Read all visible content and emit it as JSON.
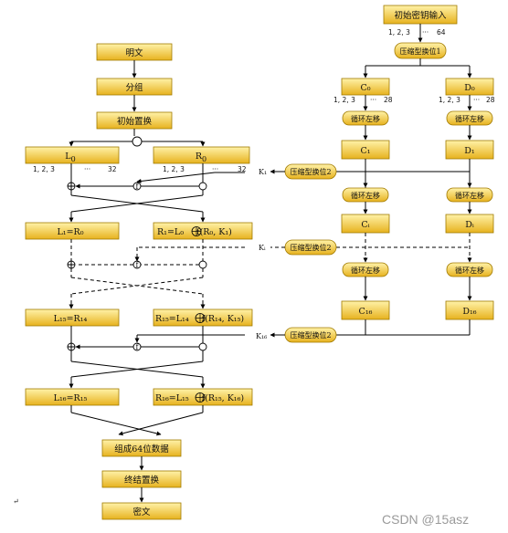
{
  "left_chain": {
    "plaintext": "明文",
    "grouping": "分组",
    "initial_perm": "初始置换",
    "combine": "组成64位数据",
    "final_perm": "终结置换",
    "ciphertext": "密文"
  },
  "rounds": {
    "L0": "L",
    "L0_sub": "0",
    "R0": "R",
    "R0_sub": "0",
    "bits_left": "1, 2, 3",
    "bits_left_dots": "···",
    "bits_left_end": "32",
    "bits_right": "1, 2, 3",
    "bits_right_dots": "···",
    "bits_right_end": "32",
    "L1_eq": "L₁=R₀",
    "R1_eq": "R₁=L₀",
    "R1_f": "f(R₀, K₁)",
    "L15_eq": "L₁₅=R₁₄",
    "R15_eq": "R₁₅=L₁₄",
    "R15_f": "f(R₁₄, K₁₅)",
    "L16_eq": "L₁₆=R₁₅",
    "R16_eq": "R₁₆=L₁₅",
    "R16_f": "f(R₁₅, K₁₆)",
    "f_symbol": "f"
  },
  "key_schedule": {
    "key_input": "初始密钥输入",
    "key_bits": "1, 2, 3",
    "key_dots": "···",
    "key_end": "64",
    "pc1": "压缩型换位1",
    "C0": "C₀",
    "D0": "D₀",
    "c_bits": "1, 2, 3",
    "c_dots": "···",
    "c_end": "28",
    "d_bits": "1, 2, 3",
    "d_dots": "···",
    "d_end": "28",
    "shift": "循环左移",
    "C1": "C₁",
    "D1": "D₁",
    "Ci": "Cᵢ",
    "Di": "Dᵢ",
    "C16": "C₁₆",
    "D16": "D₁₆",
    "pc2": "压缩型换位2",
    "K1": "K₁",
    "Ki": "Kᵢ",
    "K16": "K₁₆"
  },
  "watermark": "CSDN @15asz",
  "footnote_mark": "↵",
  "colors": {
    "box_fill_top": "#fff2a8",
    "box_fill_bottom": "#e7b21e",
    "box_stroke": "#a17a00"
  }
}
